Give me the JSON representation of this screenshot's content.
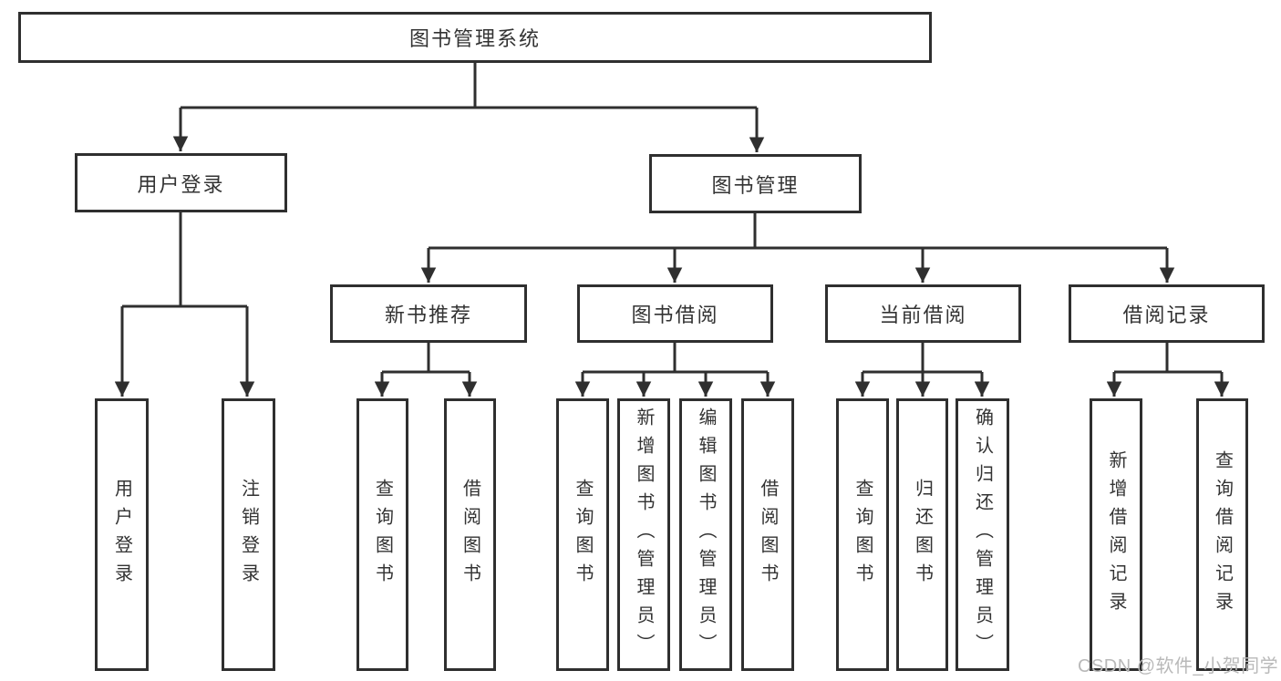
{
  "diagram": {
    "root": {
      "label": "图书管理系统"
    },
    "level2": {
      "user_login": "用户登录",
      "book_mgmt": "图书管理"
    },
    "level3": {
      "new_book_rec": "新书推荐",
      "book_borrow": "图书借阅",
      "current_borrow": "当前借阅",
      "borrow_records": "借阅记录"
    },
    "leaves": {
      "user_login": [
        "用户登录",
        "注销登录"
      ],
      "new_book_rec": [
        "查询图书",
        "借阅图书"
      ],
      "book_borrow": [
        "查询图书",
        "新增图书（管理员）",
        "编辑图书（管理员）",
        "借阅图书"
      ],
      "current_borrow": [
        "查询图书",
        "归还图书",
        "确认归还（管理员）"
      ],
      "borrow_records": [
        "新增借阅记录",
        "查询借阅记录"
      ]
    },
    "watermark": "CSDN @软件_小贺同学",
    "colors": {
      "line": "#2f2f2f",
      "text": "#333333",
      "watermark": "#b9b9b9",
      "background": "#ffffff"
    }
  }
}
